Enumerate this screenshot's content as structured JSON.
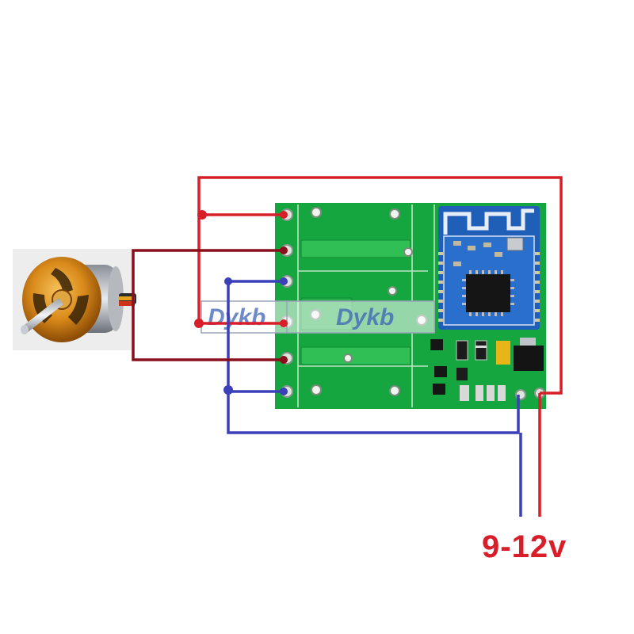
{
  "power_label": "9-12v",
  "watermarks": [
    "Dykb",
    "Dykb"
  ],
  "components": {
    "motor": "motor",
    "relay_board": "relay-board",
    "bluetooth_module": "bluetooth-module"
  },
  "wire_colors": {
    "positive": "#d81e28",
    "negative": "#3b3fb8",
    "motor": "#8a0f1c"
  },
  "board_color": "#14a43c"
}
